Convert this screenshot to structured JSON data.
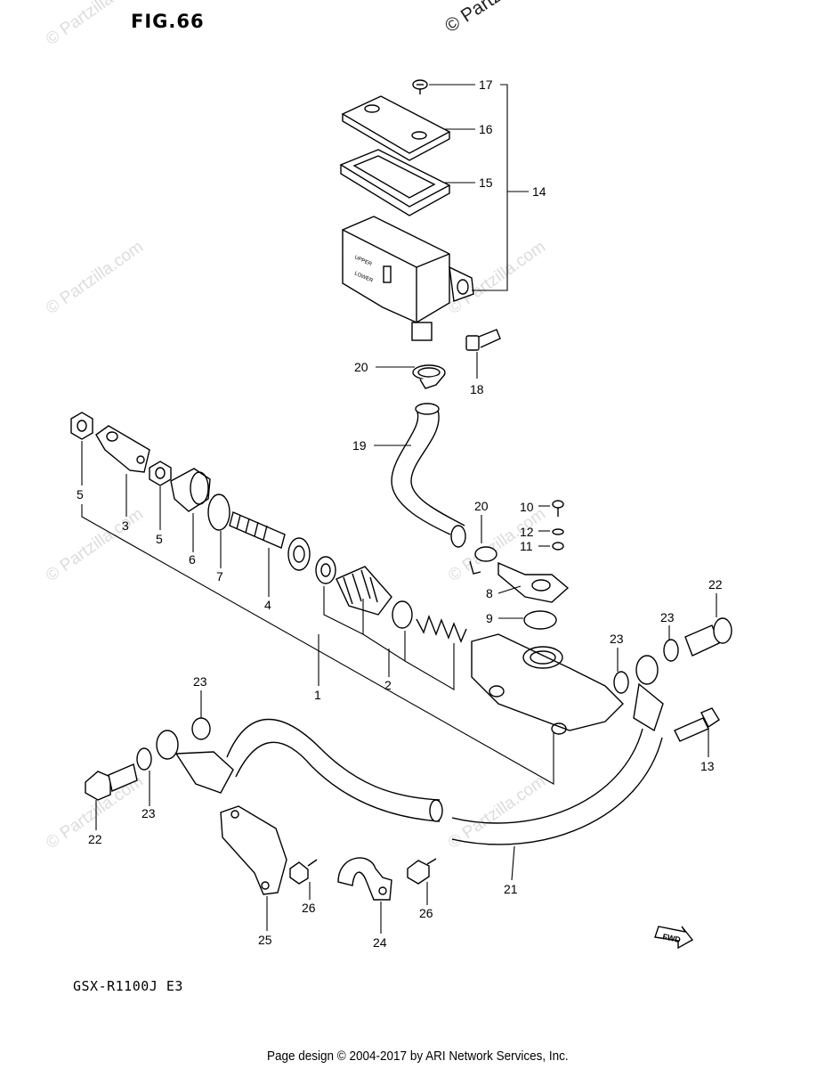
{
  "figure_title": "FIG.66",
  "copyright_mark": "© Partz",
  "watermark_text": "© Partzilla.com",
  "model_code": "GSX-R1100J E3",
  "footer_text": "Page design © 2004-2017 by ARI Network Services, Inc.",
  "fwd_badge": "FWD",
  "part_labels": [
    "17",
    "16",
    "15",
    "14",
    "18",
    "20",
    "19",
    "5",
    "3",
    "5",
    "6",
    "7",
    "4",
    "1",
    "2",
    "10",
    "20",
    "12",
    "11",
    "8",
    "9",
    "22",
    "23",
    "23",
    "13",
    "23",
    "23",
    "22",
    "25",
    "26",
    "24",
    "26",
    "21"
  ]
}
